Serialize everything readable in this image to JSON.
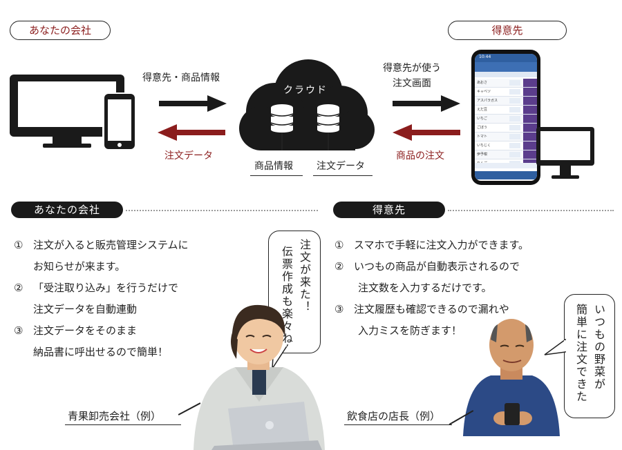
{
  "top": {
    "your_company": "あなたの会社",
    "customer": "得意先",
    "label_customer_product_info": "得意先・商品情報",
    "label_order_data_left": "注文データ",
    "cloud_title": "クラウド",
    "db_product_info": "商品情報",
    "db_order_data": "注文データ",
    "label_customer_order_screen_line1": "得意先が使う",
    "label_customer_order_screen_line2": "注文画面",
    "label_product_order": "商品の注文"
  },
  "left_section": {
    "title": "あなたの会社",
    "items": [
      {
        "num": "①",
        "line1": "注文が入ると販売管理システムに",
        "line2": "お知らせが来ます。"
      },
      {
        "num": "②",
        "line1": "「受注取り込み」を行うだけで",
        "line2": "注文データを自動連動"
      },
      {
        "num": "③",
        "line1": "注文データをそのまま",
        "line2": "納品書に呼出せるので簡単！"
      }
    ],
    "bubble_line1": "注文が来た！",
    "bubble_line2": "伝票作成も楽々ね",
    "caption": "青果卸売会社（例）"
  },
  "right_section": {
    "title": "得意先",
    "items": [
      {
        "num": "①",
        "line1": "スマホで手軽に注文入力ができます。",
        "line2": ""
      },
      {
        "num": "②",
        "line1": "いつもの商品が自動表示されるので",
        "line2": "注文数を入力するだけです。"
      },
      {
        "num": "③",
        "line1": "注文履歴も確認できるので漏れや",
        "line2": "入力ミスを防ぎます！"
      }
    ],
    "bubble_line1": "いつもの野菜が",
    "bubble_line2": "簡単に注文できた",
    "caption": "飲食店の店長（例）"
  },
  "phone_screen": {
    "time": "10:44",
    "rows": [
      "あおさ",
      "キャベツ",
      "アスパラガス",
      "えだ豆",
      "いちご",
      "ごぼう",
      "トマト",
      "いちじく",
      "伊予柑",
      "りんご"
    ]
  },
  "colors": {
    "accent_red": "#8b1d1d",
    "dark": "#1a1a1a",
    "phone_header": "#2f5fa0",
    "phone_purple": "#5b3d8c"
  },
  "icons": [
    "desktop-icon",
    "smartphone-icon",
    "cloud-icon",
    "database-icon",
    "arrow-right-icon",
    "arrow-left-icon"
  ]
}
